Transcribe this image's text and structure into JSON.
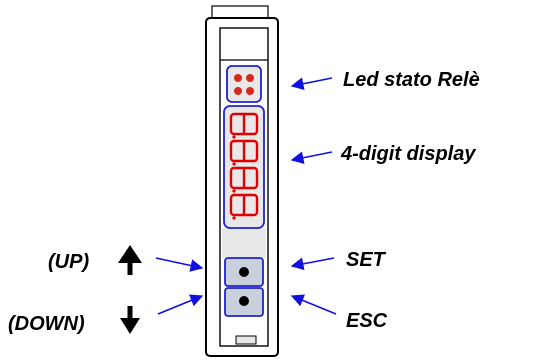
{
  "labels": {
    "led": "Led stato Relè",
    "display": "4-digit display",
    "set": "SET",
    "esc": "ESC",
    "up": "(UP)",
    "down": "(DOWN)"
  },
  "display": {
    "digits": 4,
    "value": "8.8.8.8."
  },
  "icons": {
    "up": "up-arrow-icon",
    "down": "down-arrow-icon"
  },
  "colors": {
    "arrow": "#1010e0",
    "digits": "#e00000",
    "led": "#d82a1a",
    "panel_fill": "#e8e8e8",
    "button_face": "#c8d0dc",
    "outline": "#2020d0"
  }
}
